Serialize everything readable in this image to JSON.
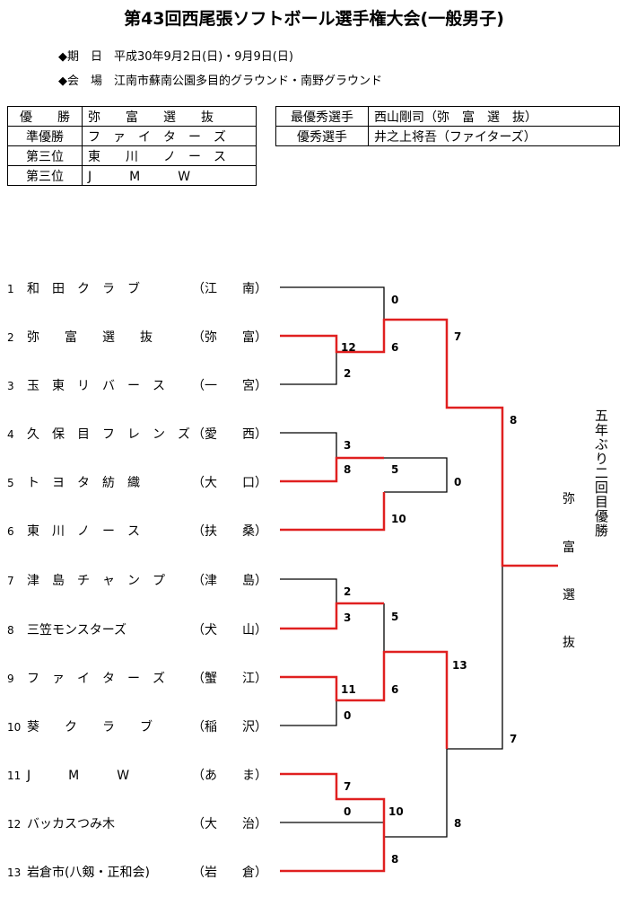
{
  "title": "第43回西尾張ソフトボール選手権大会(一般男子)",
  "period": "◆期　日　平成30年9月2日(日)・9月9日(日)",
  "venue": "◆会　場　江南市蘇南公園多目的グラウンド・南野グラウンド",
  "results": [
    {
      "label": "優　　勝",
      "value": "弥　　富　　選　　抜"
    },
    {
      "label": "準優勝",
      "value": "フ　ァ　イ　タ　ー　ズ"
    },
    {
      "label": "第三位",
      "value": "東　　川　　ノ　ー　ス"
    },
    {
      "label": "第三位",
      "value": "J　　　M　　　W"
    }
  ],
  "awards": [
    {
      "label": "最優秀選手",
      "value": "西山剛司（弥　富　選　抜）"
    },
    {
      "label": "優秀選手",
      "value": "井之上将吾（ファイターズ）"
    }
  ],
  "teams": [
    {
      "no": "1",
      "name": "和　田　ク　ラ　ブ",
      "area": "（江　　南）"
    },
    {
      "no": "2",
      "name": "弥　　富　　選　　抜",
      "area": "（弥　　富）"
    },
    {
      "no": "3",
      "name": "玉　東　リ　バ　ー　ス",
      "area": "（一　　宮）"
    },
    {
      "no": "4",
      "name": "久　保　目　フ　レ　ン　ズ",
      "area": "（愛　　西）"
    },
    {
      "no": "5",
      "name": "ト　ヨ　タ　紡　織",
      "area": "（大　　口）"
    },
    {
      "no": "6",
      "name": "東　川　ノ　ー　ス",
      "area": "（扶　　桑）"
    },
    {
      "no": "7",
      "name": "津　島　チ　ャ　ン　プ",
      "area": "（津　　島）"
    },
    {
      "no": "8",
      "name": "三笠モンスターズ",
      "area": "（犬　　山）"
    },
    {
      "no": "9",
      "name": "フ　ァ　イ　タ　ー　ズ",
      "area": "（蟹　　江）"
    },
    {
      "no": "10",
      "name": "葵　　ク　　ラ　　ブ",
      "area": "（稲　　沢）"
    },
    {
      "no": "11",
      "name": "J　　　M　　　W",
      "area": "（あ　　ま）"
    },
    {
      "no": "12",
      "name": "バッカスつみ木",
      "area": "（大　　治）"
    },
    {
      "no": "13",
      "name": "岩倉市(八剱・正和会)",
      "area": "（岩　　倉）"
    }
  ],
  "scores": [
    "0",
    "12",
    "2",
    "6",
    "7",
    "3",
    "8",
    "5",
    "0",
    "10",
    "8",
    "2",
    "3",
    "5",
    "11",
    "0",
    "6",
    "13",
    "7",
    "7",
    "0",
    "10",
    "8",
    "8"
  ],
  "champion": [
    "弥",
    "富",
    "選",
    "抜"
  ],
  "note": "五年ぶり二回目優勝",
  "colors": {
    "win": "#e02020",
    "line": "#000000"
  }
}
